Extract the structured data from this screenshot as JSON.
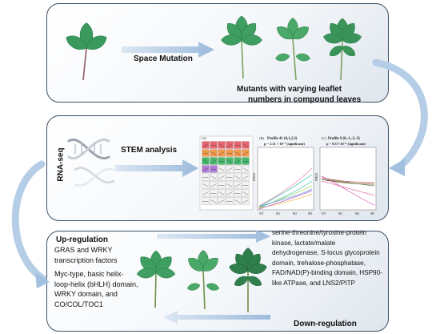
{
  "labels": {
    "space_mutation": "Space Mutation",
    "mutants_line1": "Mutants with varying leaflet",
    "mutants_line2": "numbers in compound leaves",
    "rna_seq": "RNA-seq",
    "stem_analysis": "STEM analysis",
    "up_regulation": "Up-regulation",
    "down_regulation": "Down-regulation"
  },
  "up_regulated_genes": {
    "group1": "GRAS and WRKY transcription factors",
    "group2": "Myc-type, basic helix-loop-helix (bHLH) domain, WRKY domain, and CO/COL/TOC1"
  },
  "down_regulated_genes": {
    "text": "serine-threonine/tyrosine-protein kinase, lactate/malate dehydrogenase, S-locus glycoprotein domain, trehalose-phosphatase, FAD/NAD(P)-binding domain, HSP90-like ATPase, and LNS2/PITP"
  },
  "stem_figure": {
    "panel_a_tag": "(A)",
    "panel_b_tag": "(B)",
    "panel_c_tag": "(C)",
    "profile_b_title": "Profile 41 (0,1,2,3)",
    "profile_b_p": "p = 2.11 × 10⁻⁷ (significant)",
    "profile_c_title": "Profile 9 (0,-1,-2,-3)",
    "profile_c_p": "p = 9.37×10⁻⁶ (significant)",
    "y_label": "FPKM",
    "x_ticks": [
      "WT",
      "M1",
      "M2",
      "M3"
    ]
  },
  "colors": {
    "panel_border": "#3c4f63",
    "arrow": "#a9c4e0",
    "leaf_dark": "#2e8b57",
    "leaf_light": "#5fb877"
  }
}
